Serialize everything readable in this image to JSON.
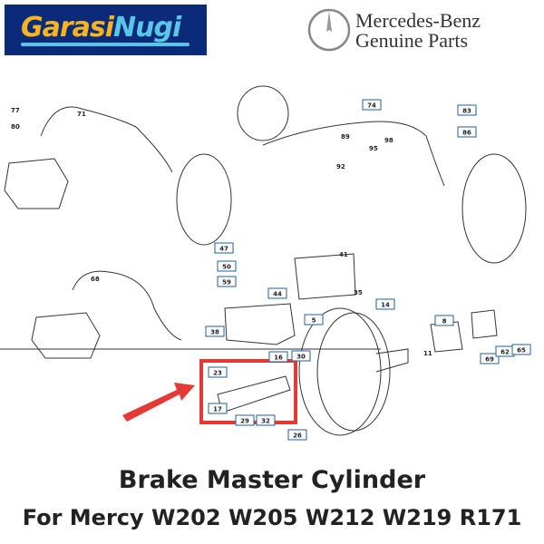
{
  "brand_logo": {
    "part1": "Garasi",
    "part2": "Nugi"
  },
  "oem_logo": {
    "line1": "Mercedes-Benz",
    "line2": "Genuine Parts"
  },
  "diagram": {
    "boxed_labels": [
      "74",
      "83",
      "86",
      "47",
      "50",
      "59",
      "44",
      "38",
      "5",
      "14",
      "8",
      "69",
      "62",
      "65",
      "23",
      "16",
      "30",
      "17",
      "29",
      "32",
      "26"
    ],
    "plain_labels": [
      "77",
      "80",
      "71",
      "89",
      "92",
      "95",
      "98",
      "68",
      "41",
      "35",
      "11"
    ],
    "highlight_color": "#e53935",
    "box_color": "#1f5fa6"
  },
  "title": {
    "line1": "Brake Master Cylinder",
    "line2": "For Mercy W202 W205 W212 W219 R171"
  }
}
